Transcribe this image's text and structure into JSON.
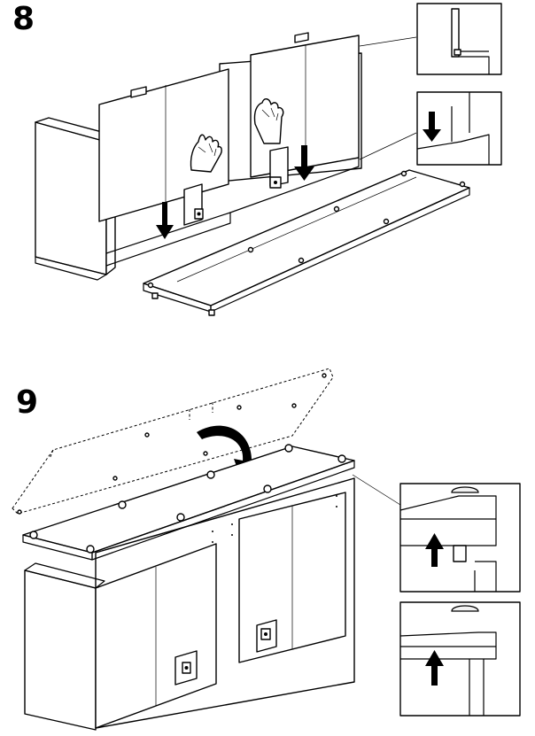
{
  "document": {
    "type": "assembly-instructions",
    "steps": [
      {
        "number": "8",
        "subject": "sliding-door-panels-lowered-into-frame"
      },
      {
        "number": "9",
        "subject": "top-panel-placed-onto-cabinet"
      }
    ]
  },
  "icons": {
    "pointing_hand": "hand-pointing-icon",
    "arrow_down": "arrow-down-icon",
    "arrow_up": "arrow-up-icon",
    "curved_arrow": "curved-arrow-icon"
  },
  "colors": {
    "ink": "#000000",
    "paper": "#ffffff"
  }
}
